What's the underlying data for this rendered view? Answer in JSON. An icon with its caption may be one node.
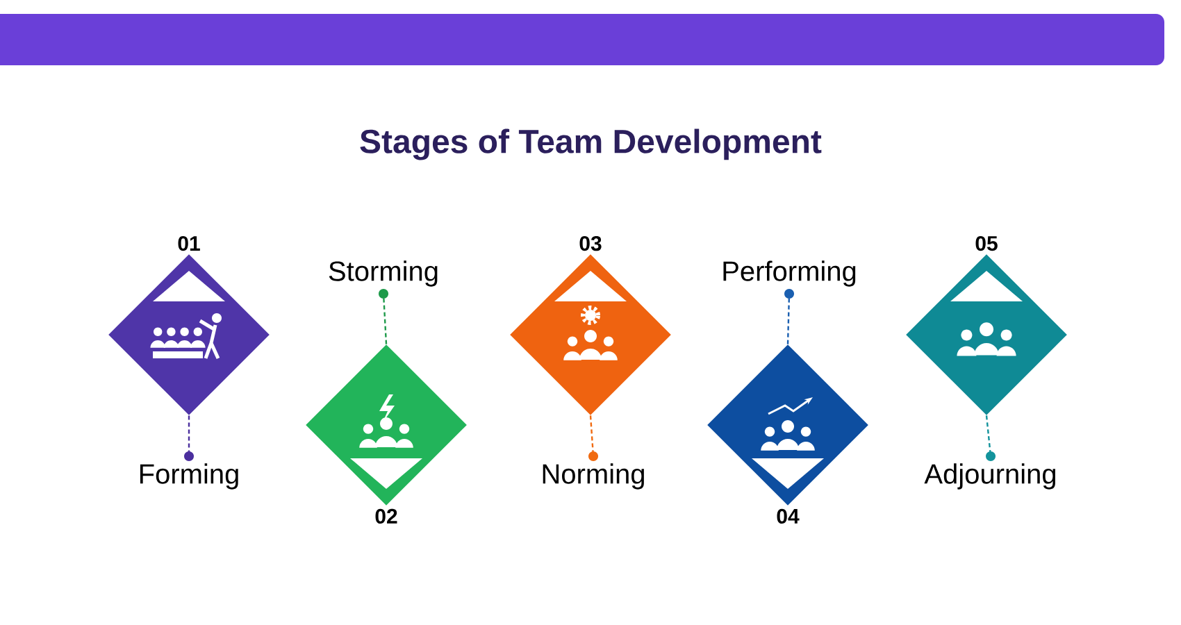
{
  "diagram": {
    "title": "Stages of Team Development",
    "nodes": [
      {
        "text": [
          "01"
        ]
      },
      {
        "text": [
          "Forming"
        ]
      },
      {
        "text": [
          "02"
        ]
      },
      {
        "text": [
          "Storming"
        ]
      },
      {
        "text": [
          "03"
        ]
      },
      {
        "text": [
          "Norming"
        ]
      },
      {
        "text": [
          "04"
        ]
      },
      {
        "text": [
          "Performing"
        ]
      },
      {
        "text": [
          "05"
        ]
      },
      {
        "text": [
          "Adjourning"
        ]
      }
    ],
    "edges": [
      {
        "from": 0,
        "to": 1,
        "arrow": "other",
        "style": "dashed",
        "color": "#4b2f9e"
      },
      {
        "from": 2,
        "to": 3,
        "arrow": "other",
        "style": "dashed",
        "color": "#1e9a4a"
      },
      {
        "from": 4,
        "to": 5,
        "arrow": "other",
        "style": "dashed",
        "color": "#f06a10"
      },
      {
        "from": 6,
        "to": 7,
        "arrow": "other",
        "style": "dashed",
        "color": "#1a5fb0"
      },
      {
        "from": 8,
        "to": 9,
        "arrow": "other",
        "style": "dashed",
        "color": "#13939c"
      }
    ]
  }
}
